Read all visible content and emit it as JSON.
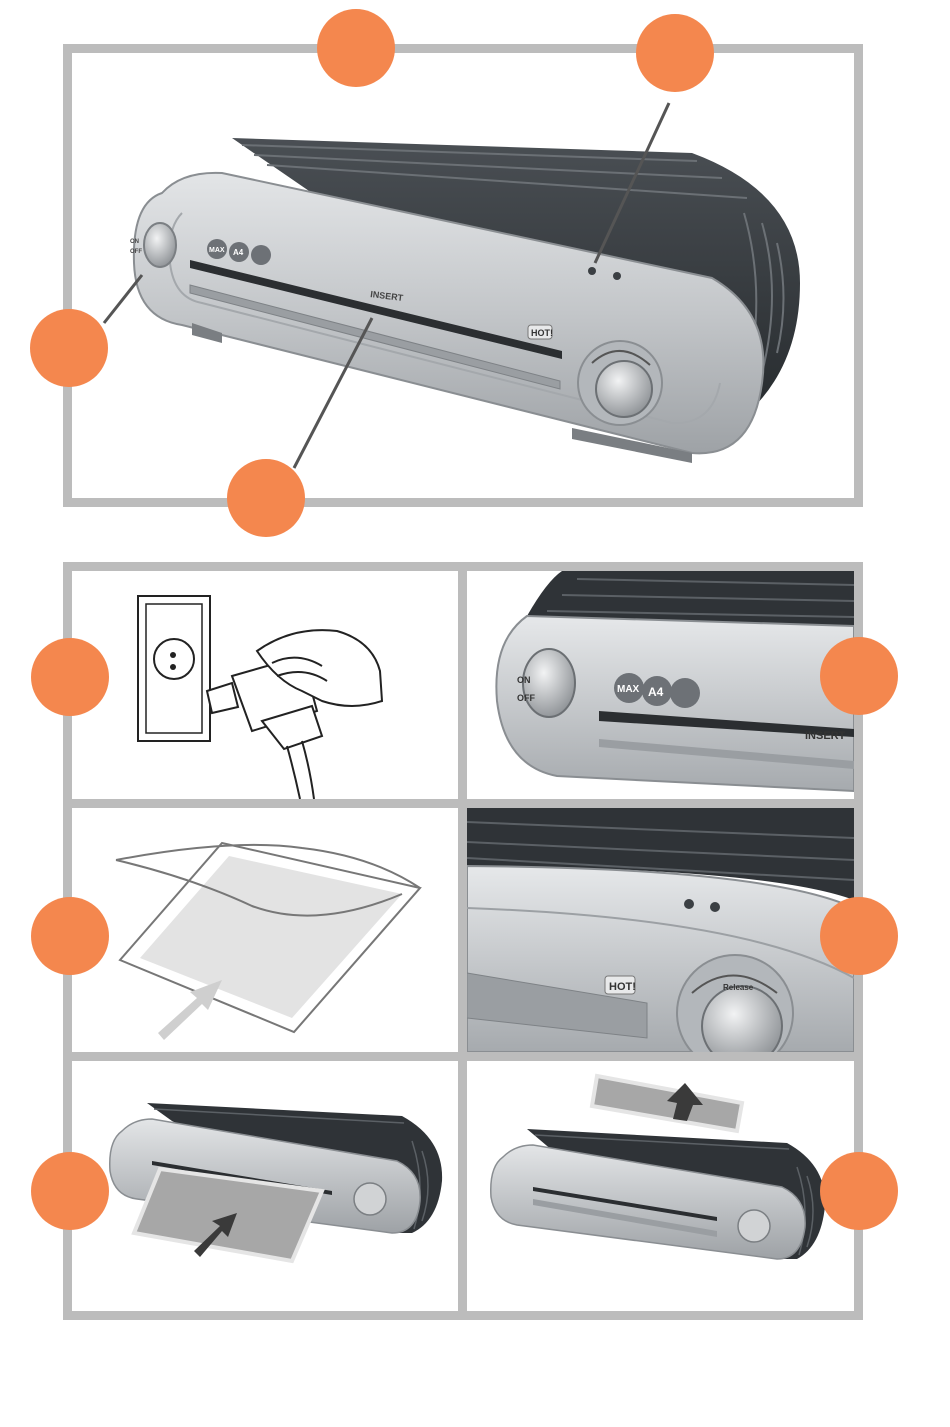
{
  "colors": {
    "callout": "#f4874e",
    "frame": "#bcbcbc",
    "body_silver": "#c4c7ca",
    "top_dark": "#2f3337"
  },
  "overview": {
    "insert_label": "INSERT",
    "hot_label": "HOT!",
    "max_label": "MAX",
    "a4_label": "A4",
    "switch_on": "ON",
    "switch_off": "OFF"
  },
  "closeup_left": {
    "insert_label": "INSERT",
    "max_label": "MAX",
    "a4_label": "A4",
    "switch_on": "ON",
    "switch_off": "OFF"
  },
  "closeup_right": {
    "hot_label": "HOT!",
    "dial_label": "Release"
  },
  "icons": [
    "power-plug-icon",
    "laminating-pouch-icon",
    "insert-arrow-icon",
    "output-arrow-icon"
  ]
}
